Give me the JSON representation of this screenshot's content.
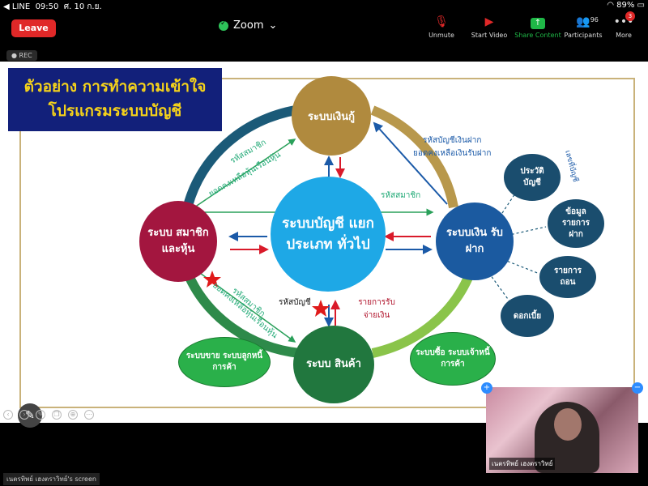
{
  "status": {
    "app": "◀ LINE",
    "time": "09:50",
    "date": "ศ. 10 ก.ย.",
    "battery": "89%"
  },
  "toolbar": {
    "leave": "Leave",
    "title": "Zoom",
    "unmute": "Unmute",
    "start_video": "Start Video",
    "share_content": "Share Content",
    "participants": "Participants",
    "participants_count": "96",
    "more": "More",
    "more_badge": "3"
  },
  "rec": "REC",
  "slide": {
    "title_line1": "ตัวอย่าง การทำความเข้าใจ",
    "title_line2": "โปรแกรมระบบบัญชี",
    "nodes": {
      "center": "ระบบบัญชี แยกประเภท ทั่วไป",
      "top": "ระบบเงินกู้",
      "left": "ระบบ สมาชิก และหุ้น",
      "right": "ระบบเงิน รับฝาก",
      "bottom": "ระบบ สินค้า",
      "sales": "ระบบขาย ระบบลูกหนี้ การค้า",
      "purchase": "ระบบซื้อ ระบบเจ้าหนี้ การค้า",
      "history": "ประวัติ บัญชี",
      "item_data": "ข้อมูล รายการ ฝาก",
      "withdraw": "รายการ ถอน",
      "interest": "ดอกเบี้ย"
    },
    "labels": {
      "deposit_code": "รหัสบัญชีเงินฝาก",
      "deposit_balance": "ยอดคงเหลือเงินรับฝาก",
      "member_code_top": "รหัสสมาชิก",
      "share_balance_top": "ยอดคงเหลือหุ้นเรือนหุ้น",
      "member_code_mid": "รหัสสมาชิก",
      "member_code_bot": "รหัสสมาชิก",
      "share_balance_bot": "ยอดคงเหลือหุ้นเรือนหุ้น",
      "account_code": "รหัสบัญชี",
      "receipts_payments": "รายการรับ จ่ายเงิน",
      "account_number": "เลขที่บัญชี"
    }
  },
  "selfview": {
    "name": "เนตรทิพย์ เฮงตราวิทย์"
  },
  "screen_owner": "เนตรทิพย์ เฮงตราวิทย์'s screen",
  "colors": {
    "leave": "#e02828",
    "share": "#1fb847",
    "title_bg": "#12207a",
    "title_fg": "#f6d31a"
  }
}
